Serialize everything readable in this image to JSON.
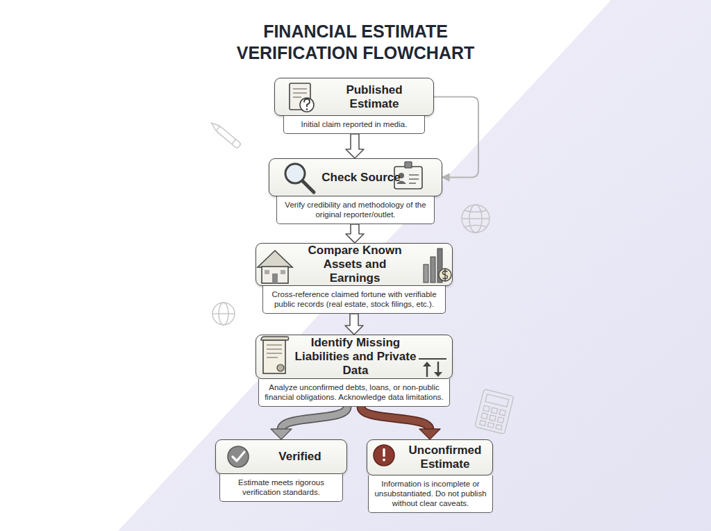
{
  "diagram": {
    "title": "FINANCIAL ESTIMATE VERIFICATION FLOWCHART",
    "nodes": [
      {
        "text": [
          "Published Estimate",
          "Initial claim reported in media."
        ]
      },
      {
        "text": [
          "Check Source",
          "Verify credibility and methodology of the original reporter/outlet."
        ]
      },
      {
        "text": [
          "Compare Known Assets and Earnings",
          "Cross-reference claimed fortune with verifiable public records (real estate, stock filings, etc.)."
        ]
      },
      {
        "text": [
          "Identify Missing Liabilities and Private Data",
          "Analyze unconfirmed debts, loans, or non-public financial obligations. Acknowledge data limitations."
        ]
      },
      {
        "text": [
          "Verified",
          "Estimate meets rigorous verification standards."
        ]
      },
      {
        "text": [
          "Unconfirmed Estimate",
          "Information is incomplete or unsubstantiated. Do not publish without clear caveats."
        ]
      }
    ],
    "edges": [
      {
        "from": 0,
        "to": 1,
        "arrow": "to"
      },
      {
        "from": 0,
        "to": 1,
        "arrow": "to"
      },
      {
        "from": 1,
        "to": 2,
        "arrow": "to"
      },
      {
        "from": 2,
        "to": 3,
        "arrow": "to"
      },
      {
        "from": 3,
        "to": 4,
        "arrow": "to"
      },
      {
        "from": 3,
        "to": 5,
        "arrow": "to"
      }
    ]
  }
}
